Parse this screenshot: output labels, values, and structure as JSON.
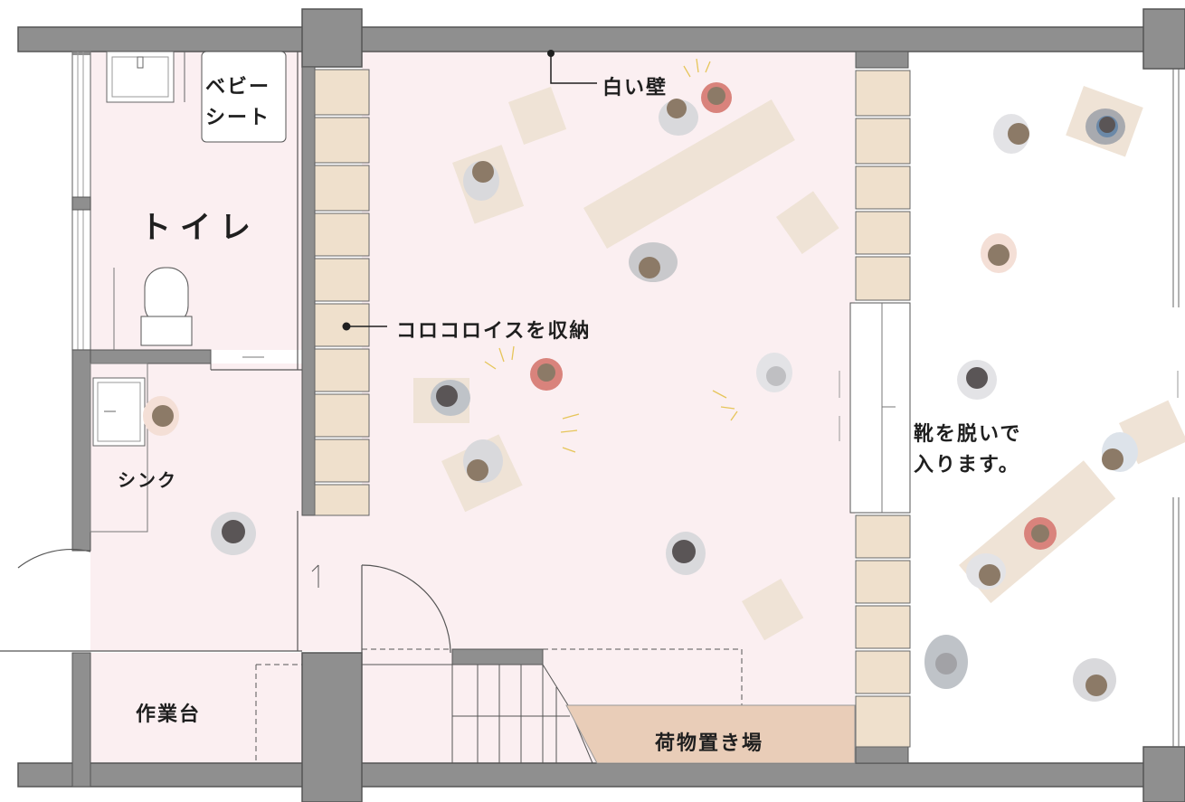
{
  "labels": {
    "white_wall": "白い壁",
    "baby_seat_line1": "ベビー",
    "baby_seat_line2": "シート",
    "toilet": "トイレ",
    "stool_storage": "コロコロイスを収納",
    "sink": "シンク",
    "shoes_line1": "靴を脱いで",
    "shoes_line2": "入ります。",
    "workbench": "作業台",
    "luggage": "荷物置き場"
  },
  "colors": {
    "wall": "#8f8f8f",
    "wall_outline": "#555555",
    "floor_pink": "#fbeff1",
    "shelf_wood": "#efe0cc",
    "luggage_area": "#e9cdb8",
    "table_beige": "#efe3d6",
    "person_gray": "#bfc3c8",
    "person_head": "#8c7a67",
    "person_head_dark": "#5a5556",
    "person_head_pink": "#d9837c",
    "person_blue": "#6b89a8",
    "text": "#1f1f1f"
  }
}
